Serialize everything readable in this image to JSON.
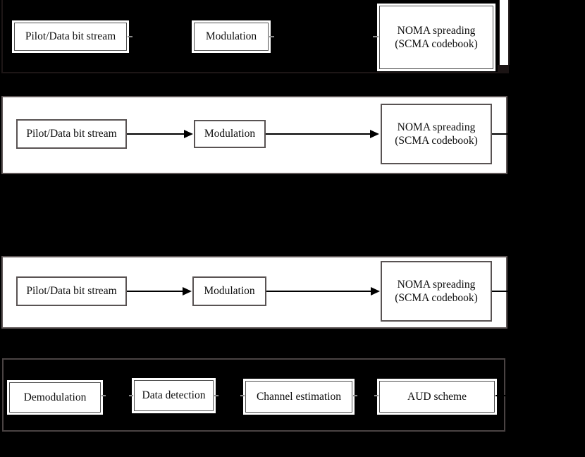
{
  "diagram": {
    "type": "block-diagram",
    "topic": "NOMA (SCMA) uplink transmitter chains and receiver",
    "colors": {
      "background": "#000000",
      "panel_fill_white": "#ffffff",
      "panel_border_gray": "#5e5656",
      "box_border": "#4f4f4f",
      "arrow": "#000000",
      "text": "#0d0d0d"
    },
    "panels": [
      {
        "name": "transmitter-user-top",
        "style": "clipped-dark",
        "boxes": [
          {
            "label": "Pilot/Data bit stream"
          },
          {
            "label": "Modulation"
          },
          {
            "label_line1": "NOMA spreading",
            "label_line2": "(SCMA codebook)"
          }
        ]
      },
      {
        "name": "transmitter-user-middle",
        "style": "white",
        "boxes": [
          {
            "label": "Pilot/Data bit stream"
          },
          {
            "label": "Modulation"
          },
          {
            "label_line1": "NOMA spreading",
            "label_line2": "(SCMA codebook)"
          }
        ],
        "flow": [
          "Pilot/Data bit stream -> Modulation",
          "Modulation -> NOMA spreading (SCMA codebook)",
          "NOMA spreading (SCMA codebook) -> out (right edge)"
        ]
      },
      {
        "name": "transmitter-user-bottom",
        "style": "white",
        "boxes": [
          {
            "label": "Pilot/Data bit stream"
          },
          {
            "label": "Modulation"
          },
          {
            "label_line1": "NOMA spreading",
            "label_line2": "(SCMA codebook)"
          }
        ],
        "flow": [
          "Pilot/Data bit stream -> Modulation",
          "Modulation -> NOMA spreading (SCMA codebook)",
          "NOMA spreading (SCMA codebook) -> out (right edge)"
        ]
      },
      {
        "name": "receiver",
        "style": "dark",
        "boxes": [
          {
            "label": "Demodulation"
          },
          {
            "label": "Data detection"
          },
          {
            "label": "Channel estimation"
          },
          {
            "label": "AUD scheme"
          }
        ]
      }
    ]
  }
}
